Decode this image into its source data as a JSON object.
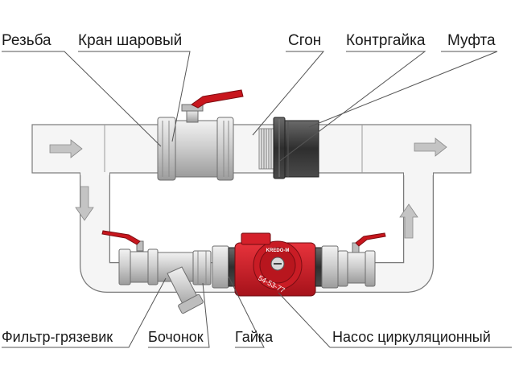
{
  "labels": {
    "thread": "Резьба",
    "ball_valve": "Кран шаровый",
    "nipple": "Сгон",
    "locknut": "Контргайка",
    "coupling": "Муфта",
    "filter": "Фильтр-грязевик",
    "barrel": "Бочонок",
    "nut": "Гайка",
    "pump": "Насос циркуляционный"
  },
  "pump": {
    "brand": "KREDO-M",
    "model": "54-53-77"
  },
  "colors": {
    "pipe_fill": "#f4f4f4",
    "pipe_stroke": "#7a7a7a",
    "pump_red": "#d4202a",
    "handle_red": "#c8161d",
    "metal": "#d6d6d6",
    "dark_metal": "#3a3a3a",
    "leader": "#555555",
    "arrow": "#bdbdbd"
  }
}
